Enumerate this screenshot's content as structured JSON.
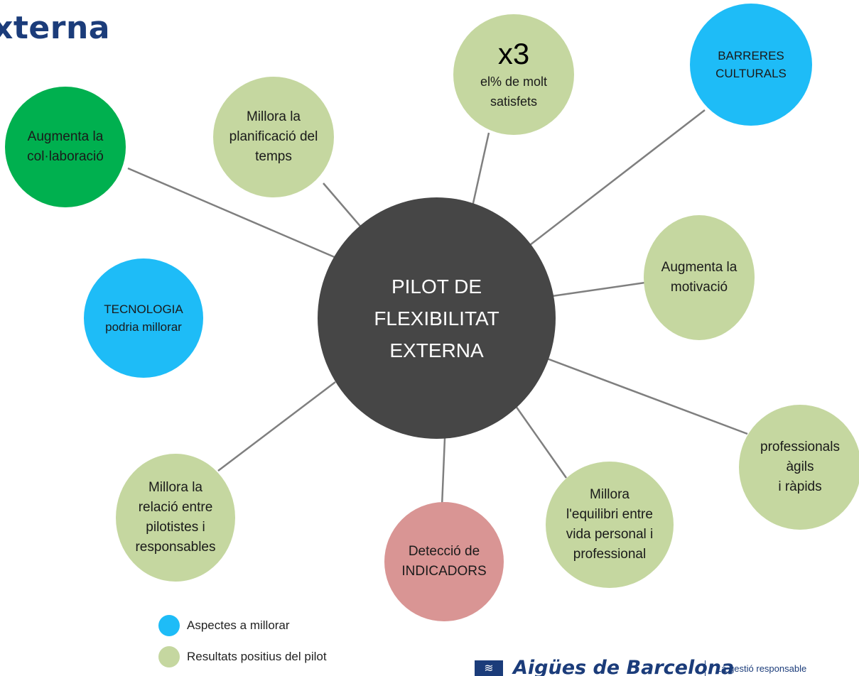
{
  "title": "xterna",
  "center": {
    "label": "PILOT DE\nFLEXIBILITAT\nEXTERNA",
    "color": "#464646"
  },
  "nodes": {
    "collab": {
      "label": "Augmenta la\ncol·laboració",
      "color": "#00b04f"
    },
    "planning": {
      "label": "Millora la\nplanificació del\ntemps",
      "color": "#c5d7a0"
    },
    "satisfied": {
      "big": "x3",
      "label": "el% de molt\nsatisfets",
      "color": "#c5d7a0"
    },
    "cultural": {
      "label": "BARRERES\nCULTURALS",
      "color": "#1ebcf7"
    },
    "motivation": {
      "label": "Augmenta la\nmotivació",
      "color": "#c5d7a0"
    },
    "technology": {
      "label": "TECNOLOGIA\npodria millorar",
      "color": "#1ebcf7"
    },
    "agile": {
      "label": "professionals\nàgils\ni ràpids",
      "color": "#c5d7a0"
    },
    "balance": {
      "label": "Millora\nl'equilibri entre\nvida personal i\nprofessional",
      "color": "#c5d7a0"
    },
    "indicators": {
      "label": "Detecció de\nINDICADORS",
      "color": "#d99594"
    },
    "relation": {
      "label": "Millora la\nrelació entre\npilotistes i\nresponsables",
      "color": "#c5d7a0"
    }
  },
  "legend": [
    {
      "label": "Aspectes a millorar",
      "color": "#1ebcf7"
    },
    {
      "label": "Resultats positius del pilot",
      "color": "#c5d7a0"
    }
  ],
  "logo": {
    "mark": "≋",
    "brand": "Aigües de Barcelona",
    "tagline": "La gestió responsable"
  },
  "line_color": "#7f7f7f"
}
